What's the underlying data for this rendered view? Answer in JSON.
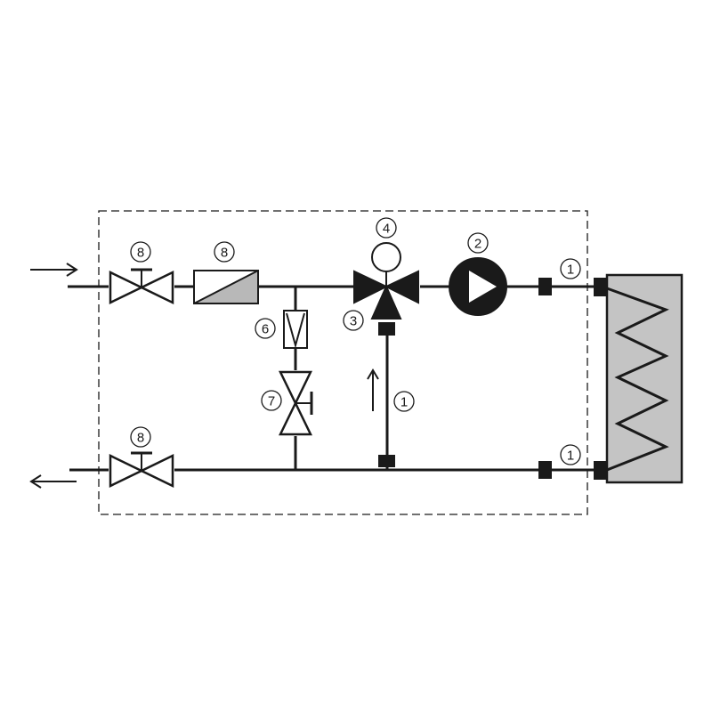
{
  "diagram": {
    "colors": {
      "line": "#1a1a1a",
      "heat_exchanger_fill": "#c4c4c4",
      "filter_fill": "#b8b8b8",
      "background": "#ffffff"
    },
    "labels": {
      "shutoff_valve_supply": "8",
      "filter": "8",
      "check_valve": "6",
      "balancing_valve": "7",
      "mixing_valve": "3",
      "actuator": "4",
      "pump": "2",
      "sensor_bypass": "1",
      "sensor_supply": "1",
      "sensor_return": "1",
      "shutoff_valve_return": "8"
    },
    "icons": {
      "inlet": "arrow-right-icon",
      "outlet": "arrow-left-icon",
      "bypass_flow": "arrow-up-icon",
      "pump": "pump-icon",
      "mixing_valve": "three-way-valve-icon",
      "heat_exchanger": "heat-exchanger-coil-icon"
    }
  }
}
